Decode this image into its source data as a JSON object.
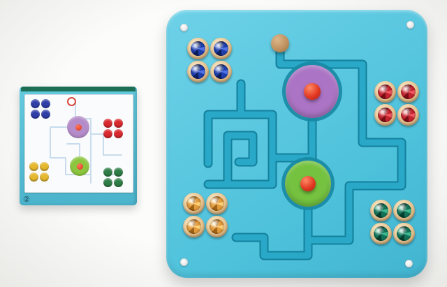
{
  "card": {
    "number_label": "②",
    "dot_clusters": [
      {
        "name": "blue",
        "color": "#2f3ea8"
      },
      {
        "name": "red",
        "color": "#d9282e"
      },
      {
        "name": "yellow",
        "color": "#e6b82d"
      },
      {
        "name": "green",
        "color": "#2e7d46"
      }
    ],
    "targets": [
      {
        "name": "purple",
        "color": "#b48cc9"
      },
      {
        "name": "green",
        "color": "#8cc63f"
      }
    ]
  },
  "board": {
    "gem_clusters": [
      {
        "name": "blue",
        "gem": "#1e3fae",
        "gem_light": "#5274e8",
        "gem_dark": "#0e1f5e"
      },
      {
        "name": "red",
        "gem": "#c42430",
        "gem_light": "#ef5a60",
        "gem_dark": "#7a0e16"
      },
      {
        "name": "amber",
        "gem": "#e39c3c",
        "gem_light": "#ffd27a",
        "gem_dark": "#a06318"
      },
      {
        "name": "green",
        "gem": "#12745a",
        "gem_light": "#3eb98f",
        "gem_dark": "#073f2f"
      }
    ],
    "colors": {
      "board_blue": "#57c6de",
      "groove_teal": "#1f97b5",
      "purple_target": "#ab74c4",
      "green_target": "#74c23f",
      "knob_red": "#e23a24",
      "wood_ball": "#c59a66",
      "disc_wood": "#eccfa0"
    }
  }
}
